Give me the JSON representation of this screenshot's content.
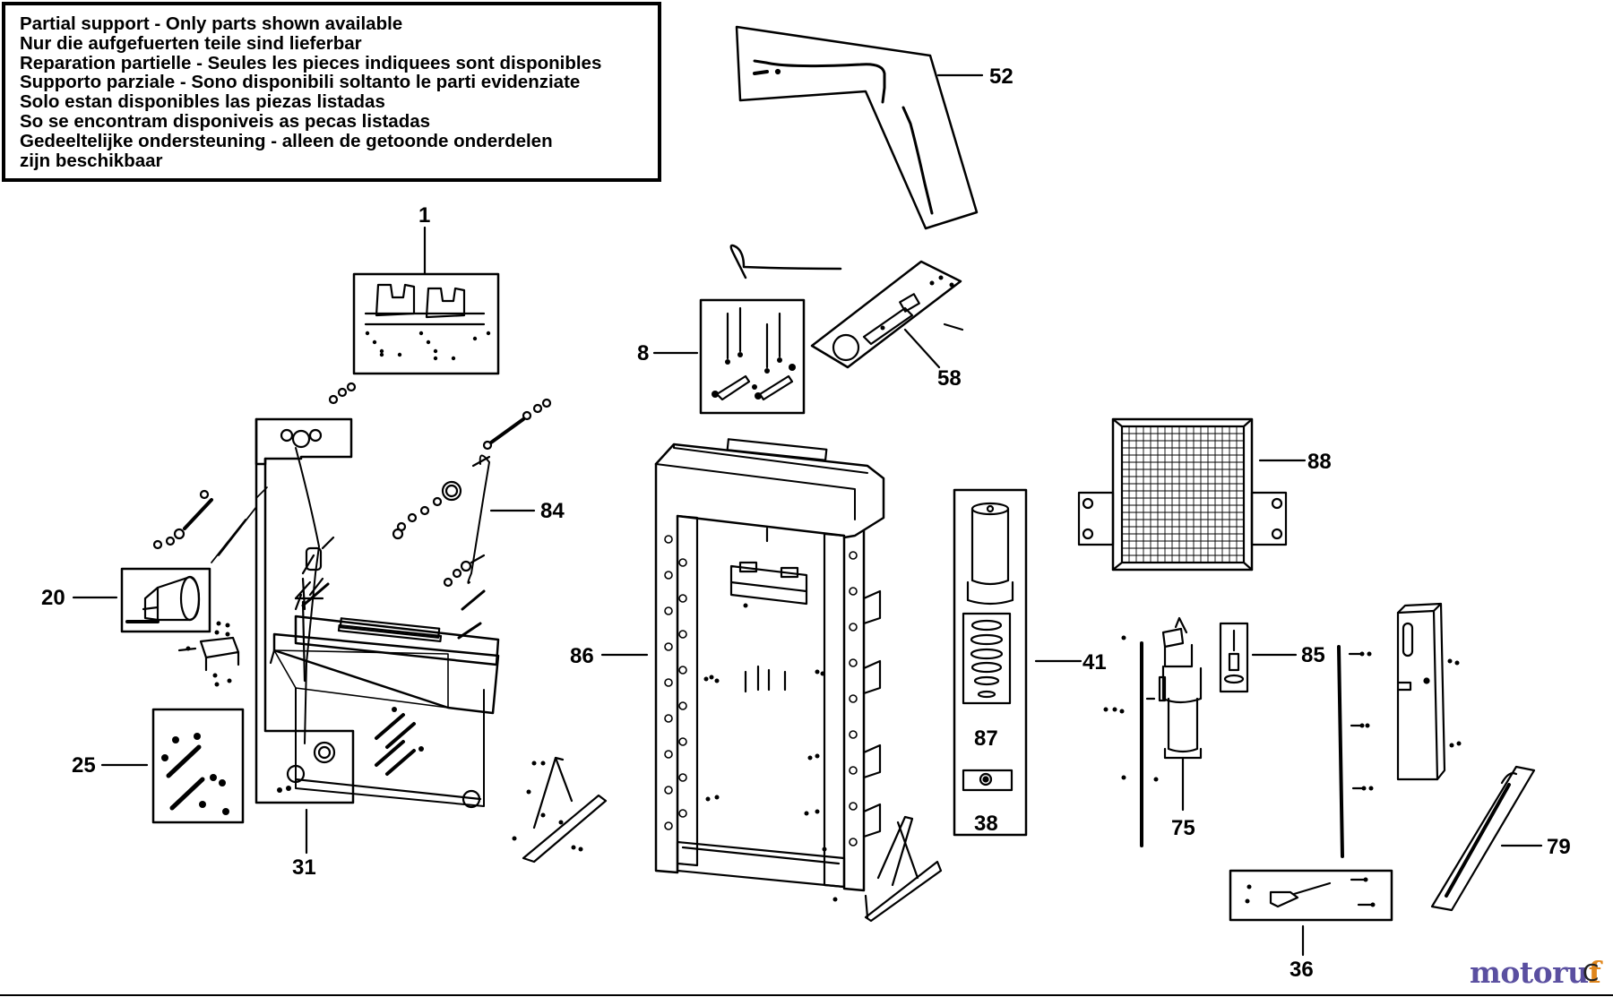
{
  "notice": {
    "lines": [
      "Partial support - Only parts shown available",
      "Nur die aufgefuerten teile sind lieferbar",
      "Reparation partielle - Seules les pieces indiquees sont disponibles",
      "Supporto parziale - Sono disponibili soltanto le parti evidenziate",
      "Solo estan disponibles las piezas listadas",
      "So se encontram disponiveis as pecas listadas",
      "Gedeeltelijke ondersteuning - alleen de getoonde onderdelen",
      "zijn beschikbaar"
    ]
  },
  "callouts": {
    "p1": "1",
    "p8": "8",
    "p20": "20",
    "p25": "25",
    "p31": "31",
    "p36": "36",
    "p38": "38",
    "p41": "41",
    "p52": "52",
    "p58": "58",
    "p75": "75",
    "p79": "79",
    "p84": "84",
    "p85": "85",
    "p86": "86",
    "p87": "87",
    "p88": "88"
  },
  "watermark": {
    "brand_main": "motoru",
    "brand_accent": "f",
    "suffix": "C"
  },
  "colors": {
    "line": "#000000",
    "brand_main": "#5a4fa0",
    "brand_accent": "#e0861c"
  }
}
